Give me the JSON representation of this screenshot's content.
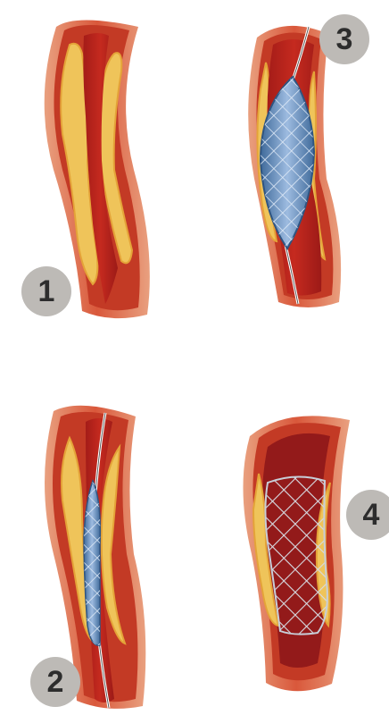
{
  "steps": [
    {
      "number": "1",
      "stage": "narrowed-artery"
    },
    {
      "number": "2",
      "stage": "collapsed-stent-on-guidewire"
    },
    {
      "number": "3",
      "stage": "expanded-balloon-and-stent"
    },
    {
      "number": "4",
      "stage": "stent-left-in-place"
    }
  ],
  "colors": {
    "vessel_wall_outer": "#e98f70",
    "vessel_wall_inner": "#c93a22",
    "lumen": "#b8231b",
    "lumen_dark": "#93151a",
    "plaque": "#f0c65a",
    "plaque_edge": "#e8a73a",
    "stent_blue": "#5a86b8",
    "stent_light": "#a9c6e6",
    "guidewire": "#ffffff",
    "mesh": "#cfd5dd",
    "badge_bg": "#bdbab6",
    "badge_text": "#2d2d2d"
  }
}
